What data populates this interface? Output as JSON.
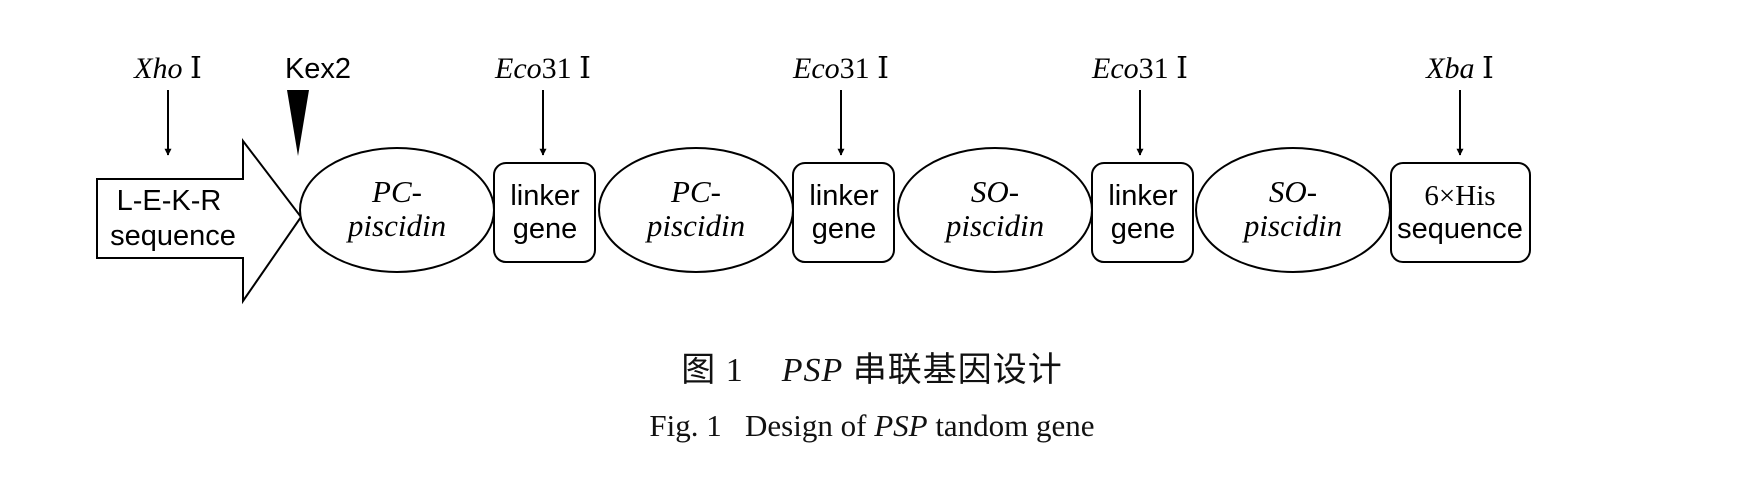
{
  "sites": {
    "xhoI": {
      "name": "Xho",
      "suffix": " Ⅰ"
    },
    "kex2": {
      "name": "Kex2"
    },
    "eco1": {
      "name": "Eco",
      "suffix": "31 Ⅰ"
    },
    "eco2": {
      "name": "Eco",
      "suffix": "31 Ⅰ"
    },
    "eco3": {
      "name": "Eco",
      "suffix": "31 Ⅰ"
    },
    "xbaI": {
      "name": "Xba",
      "suffix": " Ⅰ"
    }
  },
  "blocks": {
    "lekr": {
      "line1": "L-E-K-R",
      "line2": "sequence"
    },
    "pc1": {
      "line1": "PC-",
      "line2": "piscidin"
    },
    "linker1": {
      "line1": "linker",
      "line2": "gene"
    },
    "pc2": {
      "line1": "PC-",
      "line2": "piscidin"
    },
    "linker2": {
      "line1": "linker",
      "line2": "gene"
    },
    "so1": {
      "line1": "SO-",
      "line2": "piscidin"
    },
    "linker3": {
      "line1": "linker",
      "line2": "gene"
    },
    "so2": {
      "line1": "SO-",
      "line2": "piscidin"
    },
    "his": {
      "line1": "6×His",
      "line2": "sequence"
    }
  },
  "caption": {
    "cn_num": "图 1",
    "cn_italic": "PSP",
    "cn_rest": " 串联基因设计",
    "en_prefix": "Fig. 1",
    "en_text1": "Design of ",
    "en_italic": "PSP",
    "en_text2": " tandom gene"
  }
}
